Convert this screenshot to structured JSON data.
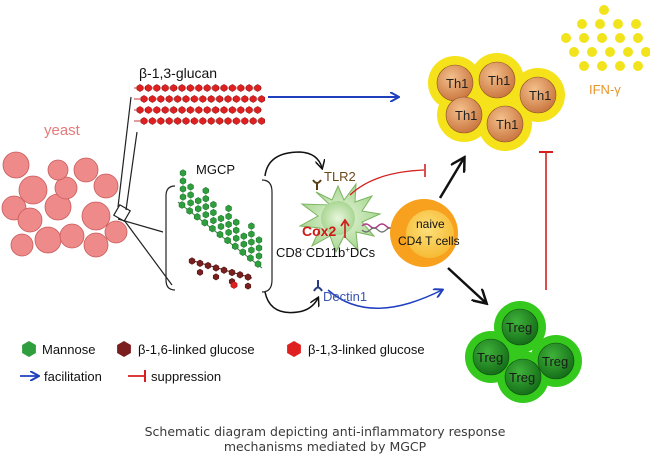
{
  "labels": {
    "yeast": "yeast",
    "beta_glucan": "β-1,3-glucan",
    "mgcp": "MGCP",
    "tlr2": "TLR2",
    "dectin1": "Dectin1",
    "cox2": "Cox2",
    "dc_line1": "CD8",
    "dc_line1_sup": "-",
    "dc_line2": "CD11b",
    "dc_line2_sup": "+",
    "dc_line3": "DCs",
    "naive_line1": "naive",
    "naive_line2": "CD4 T cells",
    "th1": "Th1",
    "treg": "Treg",
    "ifn": "IFN-γ"
  },
  "legend": {
    "mannose": "Mannose",
    "beta16": "β-1,6-linked glucose",
    "beta13": "β-1,3-linked glucose",
    "facilitation": "facilitation",
    "suppression": "suppression"
  },
  "caption": {
    "line1": "Schematic diagram depicting anti-inflammatory response",
    "line2": "mechanisms mediated by MGCP"
  },
  "colors": {
    "yeast": "#ef8a8a",
    "yeast_stroke": "#c85a5a",
    "mannose": "#2e9e3e",
    "beta16": "#7a1e1e",
    "beta13": "#e02020",
    "facilitation": "#1f3fbf",
    "suppression": "#d52020",
    "th1_halo": "#f5e21a",
    "th1_body": "#e3955a",
    "treg_halo": "#35c91e",
    "treg_body": "#1e8a1e",
    "naive_outer": "#f7a11e",
    "naive_inner": "#f7c93a",
    "ifn_dots": "#f2e41c",
    "dc_body": "#b9dfa5"
  },
  "icons": [
    "mannose-hexagon-icon",
    "beta16-hexagon-icon",
    "beta13-hexagon-icon",
    "facilitation-arrow-icon",
    "suppression-bar-icon"
  ]
}
